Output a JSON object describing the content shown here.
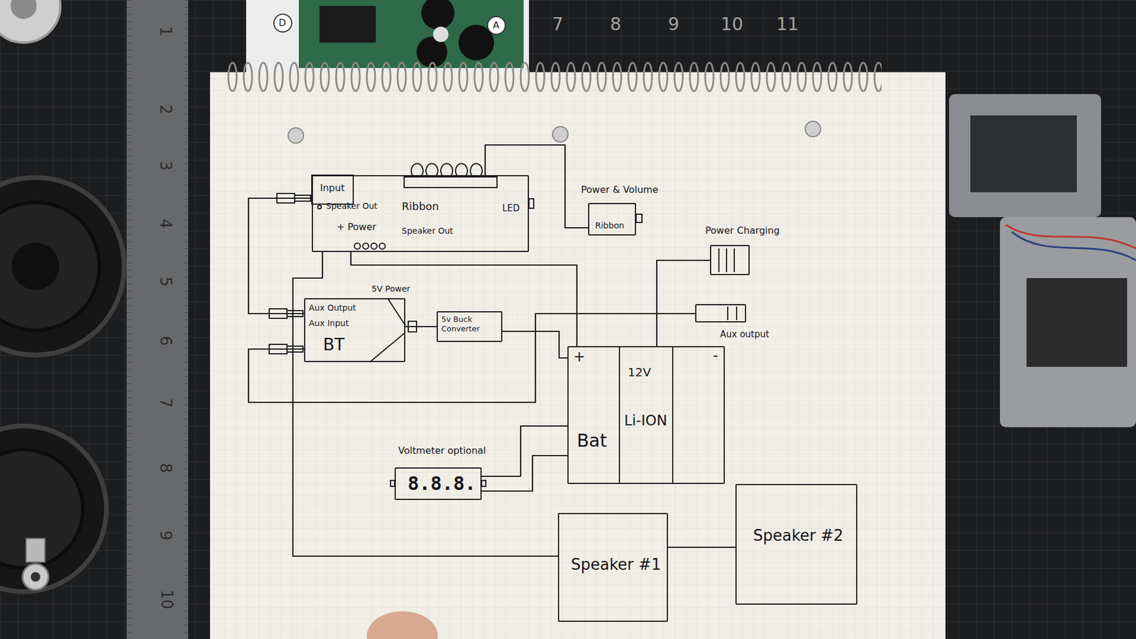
{
  "diagram": {
    "nodes": [
      {
        "text": [
          "Input",
          "Speaker Out",
          "Ribbon",
          "LED",
          "+ Power",
          "Speaker Out"
        ]
      },
      {
        "text": [
          "Power & Volume",
          "Ribbon"
        ]
      },
      {
        "text": [
          "Power Charging"
        ]
      },
      {
        "text": [
          "Aux Output",
          "Aux Input",
          "BT",
          "5V Power"
        ]
      },
      {
        "text": [
          "5v Buck Converter"
        ]
      },
      {
        "text": [
          "Aux output"
        ]
      },
      {
        "text": [
          "+",
          "12V",
          "Bat",
          "Li-ION",
          "-"
        ]
      },
      {
        "text": [
          "Voltmeter optional",
          "8.8.8."
        ]
      },
      {
        "text": [
          "Speaker #1"
        ]
      },
      {
        "text": [
          "Speaker #2"
        ]
      }
    ],
    "edges": [
      {
        "from": 3,
        "to": 0,
        "arrow": "none"
      },
      {
        "from": 0,
        "to": 1,
        "arrow": "none"
      },
      {
        "from": 0,
        "to": 6,
        "arrow": "none"
      },
      {
        "from": 2,
        "to": 6,
        "arrow": "none"
      },
      {
        "from": 3,
        "to": 5,
        "arrow": "none"
      },
      {
        "from": 4,
        "to": 3,
        "arrow": "none"
      },
      {
        "from": 4,
        "to": 6,
        "arrow": "none"
      },
      {
        "from": 7,
        "to": 6,
        "arrow": "none"
      },
      {
        "from": 7,
        "to": 6,
        "arrow": "none"
      },
      {
        "from": 0,
        "to": 8,
        "arrow": "none"
      },
      {
        "from": 8,
        "to": 9,
        "arrow": "none"
      }
    ],
    "labels": [
      "1",
      "2",
      "3",
      "4",
      "5",
      "6",
      "7",
      "8",
      "9",
      "10",
      "7",
      "8",
      "9",
      "10",
      "11",
      "D",
      "A"
    ]
  }
}
